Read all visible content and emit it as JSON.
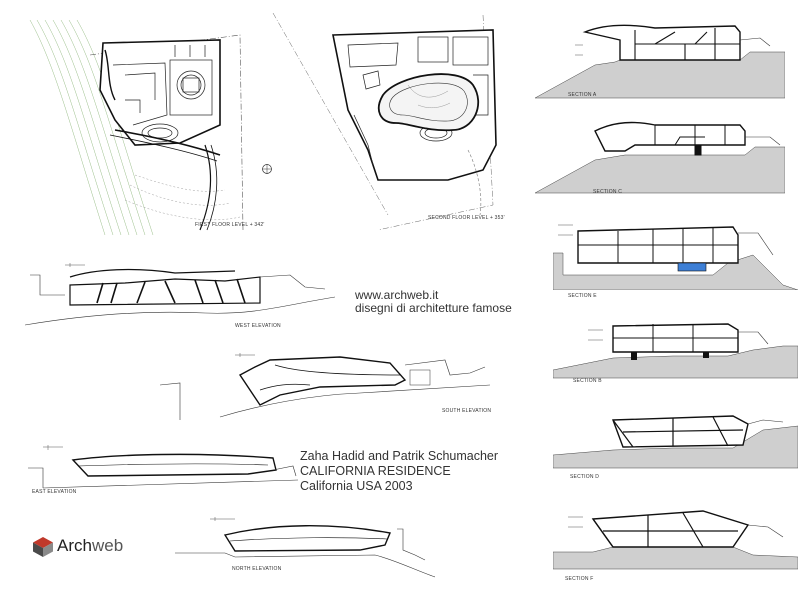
{
  "plans": {
    "first_floor": "FIRST FLOOR    LEVEL + 342'",
    "second_floor": "SECOND FLOOR    LEVEL + 353'"
  },
  "elevations": {
    "west": "WEST ELEVATION",
    "south": "SOUTH ELEVATION",
    "east": "EAST ELEVATION",
    "north": "NORTH ELEVATION"
  },
  "sections": {
    "a": "SECTION A",
    "c": "SECTION C",
    "e": "SECTION E",
    "b": "SECTION B",
    "d": "SECTION D",
    "f": "SECTION F"
  },
  "website": {
    "url": "www.archweb.it",
    "tagline": "disegni di architetture famose"
  },
  "title_block": {
    "architects": "Zaha Hadid and Patrik Schumacher",
    "project": "CALIFORNIA RESIDENCE",
    "location": "California USA 2003"
  },
  "logo": {
    "part1": "Arch",
    "part2": "web",
    "colors": [
      "#c0392b",
      "#4a4a4a",
      "#8a8a8a"
    ]
  },
  "colors": {
    "ink": "#222222",
    "terrain_fill": "#cfcfcf",
    "pool_blue": "#3d7fd6"
  }
}
